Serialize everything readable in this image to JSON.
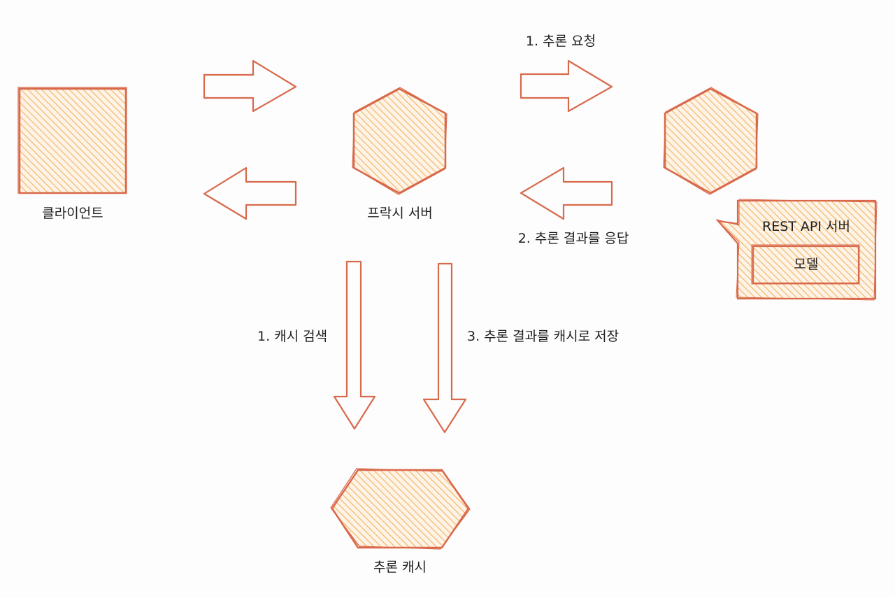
{
  "nodes": {
    "client": "클라이언트",
    "proxy": "프락시 서버",
    "rest_server": "REST API 서버",
    "model": "모델",
    "cache": "추론 캐시"
  },
  "edges": {
    "inference_request": "1. 추론 요청",
    "return_result": "2. 추론 결과를 응답",
    "cache_search": "1. 캐시 검색",
    "cache_store": "3. 추론 결과를 캐시로 저장"
  },
  "colors": {
    "stroke": "#d9694b",
    "fill": "#f4b25f",
    "background": "#fdfdfd"
  }
}
